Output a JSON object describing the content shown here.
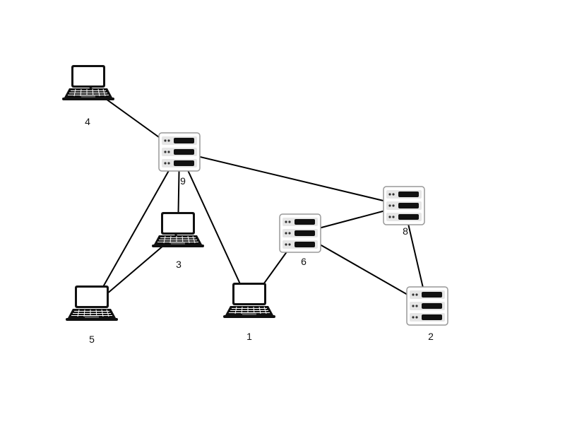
{
  "nodes": [
    {
      "id": "1",
      "label": "1",
      "type": "laptop",
      "icon": "laptop-icon"
    },
    {
      "id": "2",
      "label": "2",
      "type": "server",
      "icon": "server-icon"
    },
    {
      "id": "3",
      "label": "3",
      "type": "laptop",
      "icon": "laptop-icon"
    },
    {
      "id": "4",
      "label": "4",
      "type": "laptop",
      "icon": "laptop-icon"
    },
    {
      "id": "5",
      "label": "5",
      "type": "laptop",
      "icon": "laptop-icon"
    },
    {
      "id": "6",
      "label": "6",
      "type": "server",
      "icon": "server-icon"
    },
    {
      "id": "8",
      "label": "8",
      "type": "server",
      "icon": "server-icon"
    },
    {
      "id": "9",
      "label": "9",
      "type": "server",
      "icon": "server-icon"
    }
  ],
  "edges": [
    {
      "from": "4",
      "to": "9"
    },
    {
      "from": "9",
      "to": "3"
    },
    {
      "from": "9",
      "to": "5"
    },
    {
      "from": "9",
      "to": "1"
    },
    {
      "from": "9",
      "to": "8"
    },
    {
      "from": "3",
      "to": "5"
    },
    {
      "from": "1",
      "to": "6"
    },
    {
      "from": "6",
      "to": "8"
    },
    {
      "from": "6",
      "to": "2"
    },
    {
      "from": "8",
      "to": "2"
    }
  ],
  "colors": {
    "edge": "#000000",
    "background": "#ffffff"
  }
}
